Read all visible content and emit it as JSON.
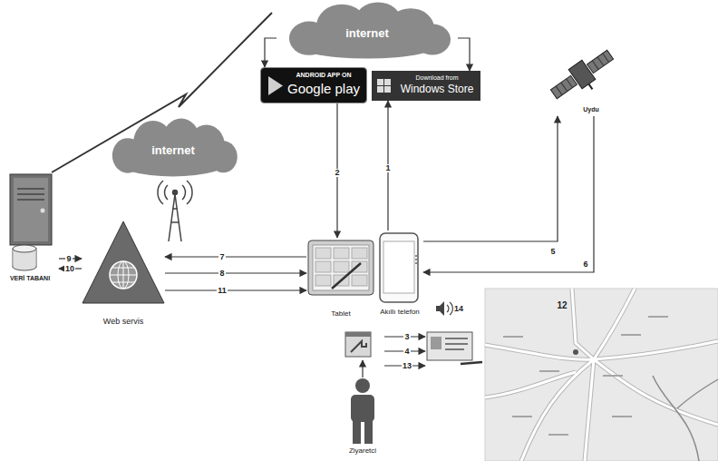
{
  "diagram": {
    "nodes": [
      {
        "text": [
          "VERİ TABANI"
        ]
      },
      {
        "text": [
          "Web servis"
        ]
      },
      {
        "text": [
          "internet"
        ]
      },
      {
        "text": [
          "ANDROID APP ON",
          "Google play"
        ]
      },
      {
        "text": [
          "Download from",
          "Windows Store"
        ]
      },
      {
        "text": [
          "internet"
        ]
      },
      {
        "text": [
          "Uydu"
        ]
      },
      {
        "text": [
          "Tablet"
        ]
      },
      {
        "text": [
          "Akıllı telefon"
        ]
      },
      {
        "text": [
          "Ziyaretci"
        ]
      },
      {
        "text": [
          "12"
        ]
      }
    ],
    "edges": [
      {
        "from": 8,
        "to": 4,
        "arrow": "to",
        "label": "1"
      },
      {
        "from": 3,
        "to": 7,
        "arrow": "to",
        "label": "2"
      },
      {
        "from": 8,
        "to": 6,
        "arrow": "to",
        "label": "5"
      },
      {
        "from": 6,
        "to": 8,
        "arrow": "to",
        "label": "6"
      },
      {
        "from": 7,
        "to": 1,
        "arrow": "to",
        "label": "7"
      },
      {
        "from": 1,
        "to": 7,
        "arrow": "to",
        "label": "8"
      },
      {
        "from": 0,
        "to": 1,
        "arrow": "to",
        "label": "9"
      },
      {
        "from": 1,
        "to": 0,
        "arrow": "to",
        "label": "10"
      },
      {
        "from": 1,
        "to": 7,
        "arrow": "to",
        "label": "11"
      },
      {
        "from": 2,
        "to": 3,
        "arrow": "to"
      },
      {
        "from": 2,
        "to": 4,
        "arrow": "to"
      }
    ],
    "labels": [
      "3",
      "4",
      "13",
      "14"
    ]
  }
}
